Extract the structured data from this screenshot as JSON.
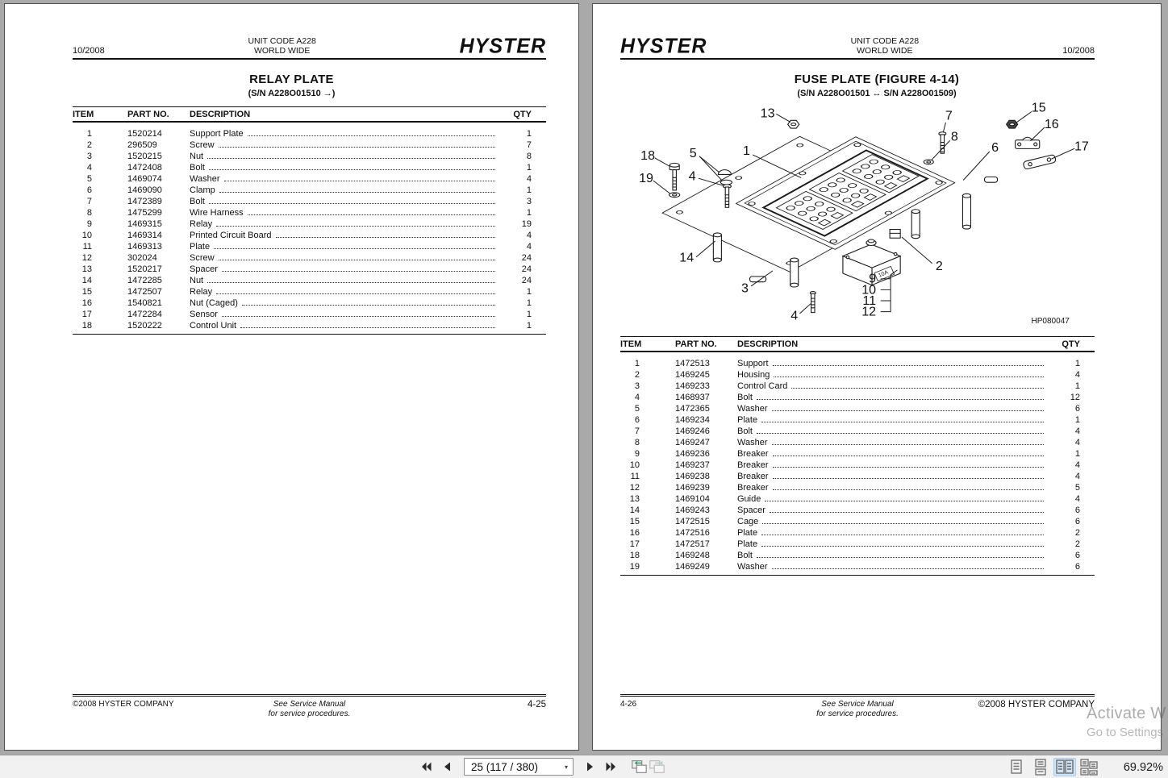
{
  "left_page": {
    "header": {
      "date": "10/2008",
      "unit_code": "UNIT CODE A228",
      "region": "WORLD WIDE",
      "brand": "HYSTER"
    },
    "title": "RELAY PLATE",
    "subtitle": "(S/N A228O01510 →)",
    "table": {
      "headers": {
        "item": "ITEM",
        "part": "PART NO.",
        "desc": "DESCRIPTION",
        "qty": "QTY"
      },
      "rows": [
        {
          "item": "1",
          "part": "1520214",
          "desc": "Support Plate",
          "qty": "1"
        },
        {
          "item": "2",
          "part": "296509",
          "desc": "Screw",
          "qty": "7"
        },
        {
          "item": "3",
          "part": "1520215",
          "desc": "Nut",
          "qty": "8"
        },
        {
          "item": "4",
          "part": "1472408",
          "desc": "Bolt",
          "qty": "1"
        },
        {
          "item": "5",
          "part": "1469074",
          "desc": "Washer",
          "qty": "4"
        },
        {
          "item": "6",
          "part": "1469090",
          "desc": "Clamp",
          "qty": "1"
        },
        {
          "item": "7",
          "part": "1472389",
          "desc": "Bolt",
          "qty": "3"
        },
        {
          "item": "8",
          "part": "1475299",
          "desc": "Wire Harness",
          "qty": "1"
        },
        {
          "item": "9",
          "part": "1469315",
          "desc": "Relay",
          "qty": "19"
        },
        {
          "item": "10",
          "part": "1469314",
          "desc": "Printed Circuit Board",
          "qty": "4"
        },
        {
          "item": "11",
          "part": "1469313",
          "desc": "Plate",
          "qty": "4"
        },
        {
          "item": "12",
          "part": "302024",
          "desc": "Screw",
          "qty": "24"
        },
        {
          "item": "13",
          "part": "1520217",
          "desc": "Spacer",
          "qty": "24"
        },
        {
          "item": "14",
          "part": "1472285",
          "desc": "Nut",
          "qty": "24"
        },
        {
          "item": "15",
          "part": "1472507",
          "desc": "Relay",
          "qty": "1"
        },
        {
          "item": "16",
          "part": "1540821",
          "desc": "Nut (Caged)",
          "qty": "1"
        },
        {
          "item": "17",
          "part": "1472284",
          "desc": "Sensor",
          "qty": "1"
        },
        {
          "item": "18",
          "part": "1520222",
          "desc": "Control Unit",
          "qty": "1"
        }
      ]
    },
    "footer": {
      "left": "©2008 HYSTER COMPANY",
      "center1": "See Service Manual",
      "center2": "for service procedures.",
      "right": "4-25"
    }
  },
  "right_page": {
    "header": {
      "brand": "HYSTER",
      "unit_code": "UNIT CODE A228",
      "region": "WORLD WIDE",
      "date": "10/2008"
    },
    "title": "FUSE PLATE (FIGURE 4-14)",
    "subtitle": "(S/N A228O01501 ↔ S/N A228O01509)",
    "figure": {
      "drawing_id": "HP080047",
      "breaker_label": "10A",
      "callouts": {
        "c1": "1",
        "c2": "2",
        "c3": "3",
        "c4": "4",
        "c4b": "4",
        "c5": "5",
        "c6": "6",
        "c7": "7",
        "c8": "8",
        "c9": "9",
        "c10": "10",
        "c11": "11",
        "c12": "12",
        "c13": "13",
        "c14": "14",
        "c15": "15",
        "c16": "16",
        "c17": "17",
        "c18": "18",
        "c19": "19"
      }
    },
    "table": {
      "headers": {
        "item": "ITEM",
        "part": "PART NO.",
        "desc": "DESCRIPTION",
        "qty": "QTY"
      },
      "rows": [
        {
          "item": "1",
          "part": "1472513",
          "desc": "Support",
          "qty": "1"
        },
        {
          "item": "2",
          "part": "1469245",
          "desc": "Housing",
          "qty": "4"
        },
        {
          "item": "3",
          "part": "1469233",
          "desc": "Control Card",
          "qty": "1"
        },
        {
          "item": "4",
          "part": "1468937",
          "desc": "Bolt",
          "qty": "12"
        },
        {
          "item": "5",
          "part": "1472365",
          "desc": "Washer",
          "qty": "6"
        },
        {
          "item": "6",
          "part": "1469234",
          "desc": "Plate",
          "qty": "1"
        },
        {
          "item": "7",
          "part": "1469246",
          "desc": "Bolt",
          "qty": "4"
        },
        {
          "item": "8",
          "part": "1469247",
          "desc": "Washer",
          "qty": "4"
        },
        {
          "item": "9",
          "part": "1469236",
          "desc": "Breaker",
          "qty": "1"
        },
        {
          "item": "10",
          "part": "1469237",
          "desc": "Breaker",
          "qty": "4"
        },
        {
          "item": "11",
          "part": "1469238",
          "desc": "Breaker",
          "qty": "4"
        },
        {
          "item": "12",
          "part": "1469239",
          "desc": "Breaker",
          "qty": "5"
        },
        {
          "item": "13",
          "part": "1469104",
          "desc": "Guide",
          "qty": "4"
        },
        {
          "item": "14",
          "part": "1469243",
          "desc": "Spacer",
          "qty": "6"
        },
        {
          "item": "15",
          "part": "1472515",
          "desc": "Cage",
          "qty": "6"
        },
        {
          "item": "16",
          "part": "1472516",
          "desc": "Plate",
          "qty": "2"
        },
        {
          "item": "17",
          "part": "1472517",
          "desc": "Plate",
          "qty": "2"
        },
        {
          "item": "18",
          "part": "1469248",
          "desc": "Bolt",
          "qty": "6"
        },
        {
          "item": "19",
          "part": "1469249",
          "desc": "Washer",
          "qty": "6"
        }
      ]
    },
    "footer": {
      "left": "4-26",
      "center1": "See Service Manual",
      "center2": "for service procedures.",
      "right": "©2008 HYSTER COMPANY"
    }
  },
  "toolbar": {
    "page_field": "25 (117 / 380)",
    "zoom": "69.92%"
  },
  "watermark": {
    "line1": "Activate W",
    "line2": "Go to Settings"
  },
  "colors": {
    "accent_selected": "#cfe3f6",
    "view_arrow": "#3a9e70",
    "canvas": "#a9a9a9"
  }
}
